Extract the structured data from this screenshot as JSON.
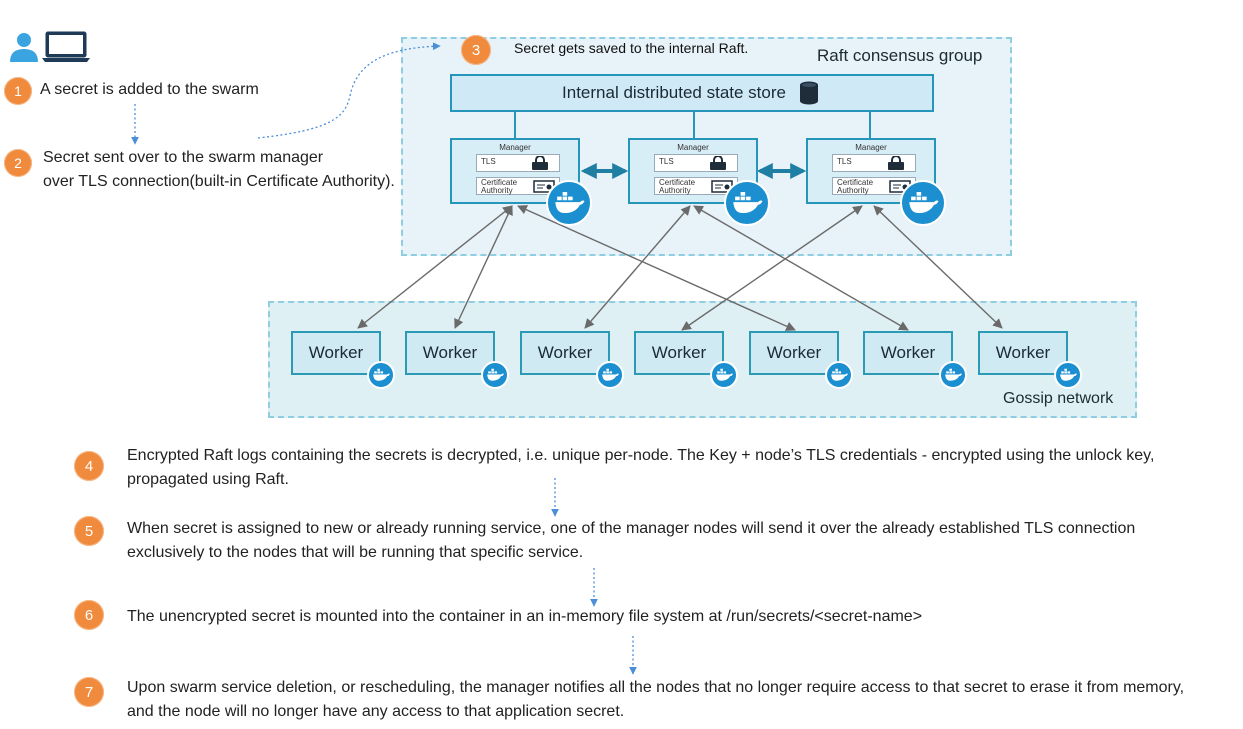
{
  "steps": [
    {
      "num": "1",
      "text": "A secret is added to the swarm"
    },
    {
      "num": "2",
      "line1": "Secret sent over to the swarm manager",
      "line2": "over TLS connection(built-in Certificate Authority)."
    },
    {
      "num": "3",
      "text": "Secret gets saved to the internal Raft."
    },
    {
      "num": "4",
      "text": "Encrypted Raft logs containing the secrets is decrypted, i.e. unique per-node. The Key + node’s TLS credentials - encrypted using the unlock key, propagated using Raft."
    },
    {
      "num": "5",
      "text": "When secret is assigned to new or already running service, one of the manager nodes will send it over the already established TLS connection exclusively to the nodes that will be running that specific service."
    },
    {
      "num": "6",
      "text": "The  unencrypted secret is mounted into the container in an in-memory file system at /run/secrets/<secret-name>"
    },
    {
      "num": "7",
      "text": "Upon swarm service deletion, or rescheduling, the manager notifies all the nodes that no longer require access to that secret to erase it from memory, and the node will no longer have any access to that application secret."
    }
  ],
  "diagram": {
    "raft_group_label": "Raft consensus group",
    "store_label": "Internal distributed state store",
    "gossip_label": "Gossip network",
    "managers": [
      {
        "title": "Manager",
        "tls": "TLS",
        "ca_line1": "Certificate",
        "ca_line2": "Authority"
      },
      {
        "title": "Manager",
        "tls": "TLS",
        "ca_line1": "Certificate",
        "ca_line2": "Authority"
      },
      {
        "title": "Manager",
        "tls": "TLS",
        "ca_line1": "Certificate",
        "ca_line2": "Authority"
      }
    ],
    "workers": [
      "Worker",
      "Worker",
      "Worker",
      "Worker",
      "Worker",
      "Worker",
      "Worker"
    ]
  },
  "icons": [
    "user-icon",
    "laptop-icon",
    "database-icon",
    "lock-icon",
    "certificate-icon",
    "docker-whale-icon"
  ],
  "colors": {
    "badge": "#f08a3c",
    "node_border": "#2595ba",
    "arrow": "#6a6a6a",
    "dotted": "#4a8fd8",
    "whale": "#1b8fd0"
  }
}
